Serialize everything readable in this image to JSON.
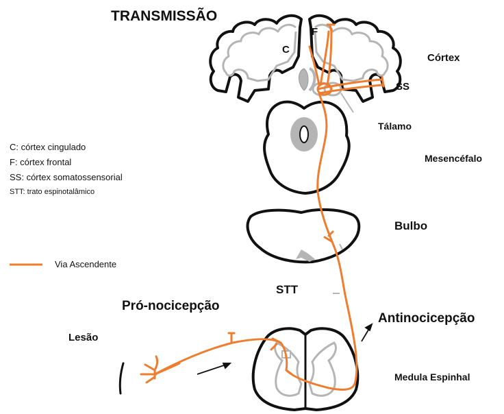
{
  "title": "TRANSMISSÃO",
  "regions": {
    "cortex": "Córtex",
    "ss_tag": "SS",
    "c_tag": "C",
    "f_tag": "F",
    "thalamus": "Tálamo",
    "midbrain": "Mesencéfalo",
    "medulla": "Bulbo",
    "stt": "STT",
    "spinal_cord": "Medula Espinhal",
    "lesion": "Lesão"
  },
  "processes": {
    "pro": "Pró-nocicepção",
    "anti": "Antinocicepção"
  },
  "key": {
    "c": "C: córtex cingulado",
    "f": "F: córtex frontal",
    "ss": "SS: córtex somatossensorial",
    "stt": "STT: trato espinotalâmico"
  },
  "legend": {
    "label": "Via Ascendente",
    "color": "#ef7d2f"
  },
  "colors": {
    "outline": "#111111",
    "gray_matter": "#b5b5b5",
    "pathway": "#ef7d2f"
  }
}
